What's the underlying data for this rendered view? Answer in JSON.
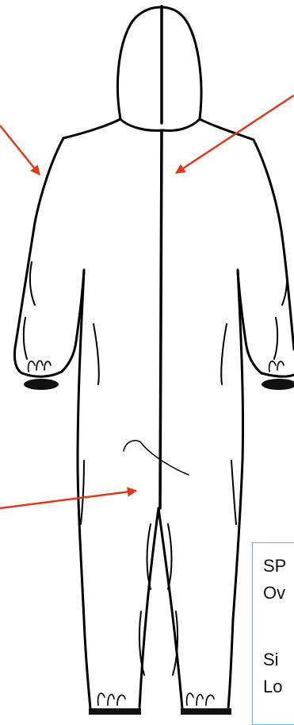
{
  "colors": {
    "outline": "#000000",
    "arrow": "#e03a1e",
    "box_border": "#5bb8e0",
    "cuff_fill": "#111111"
  },
  "info_box": {
    "line1": "SP",
    "line2": "Ov",
    "line3": "Si",
    "line4": "Lo"
  }
}
